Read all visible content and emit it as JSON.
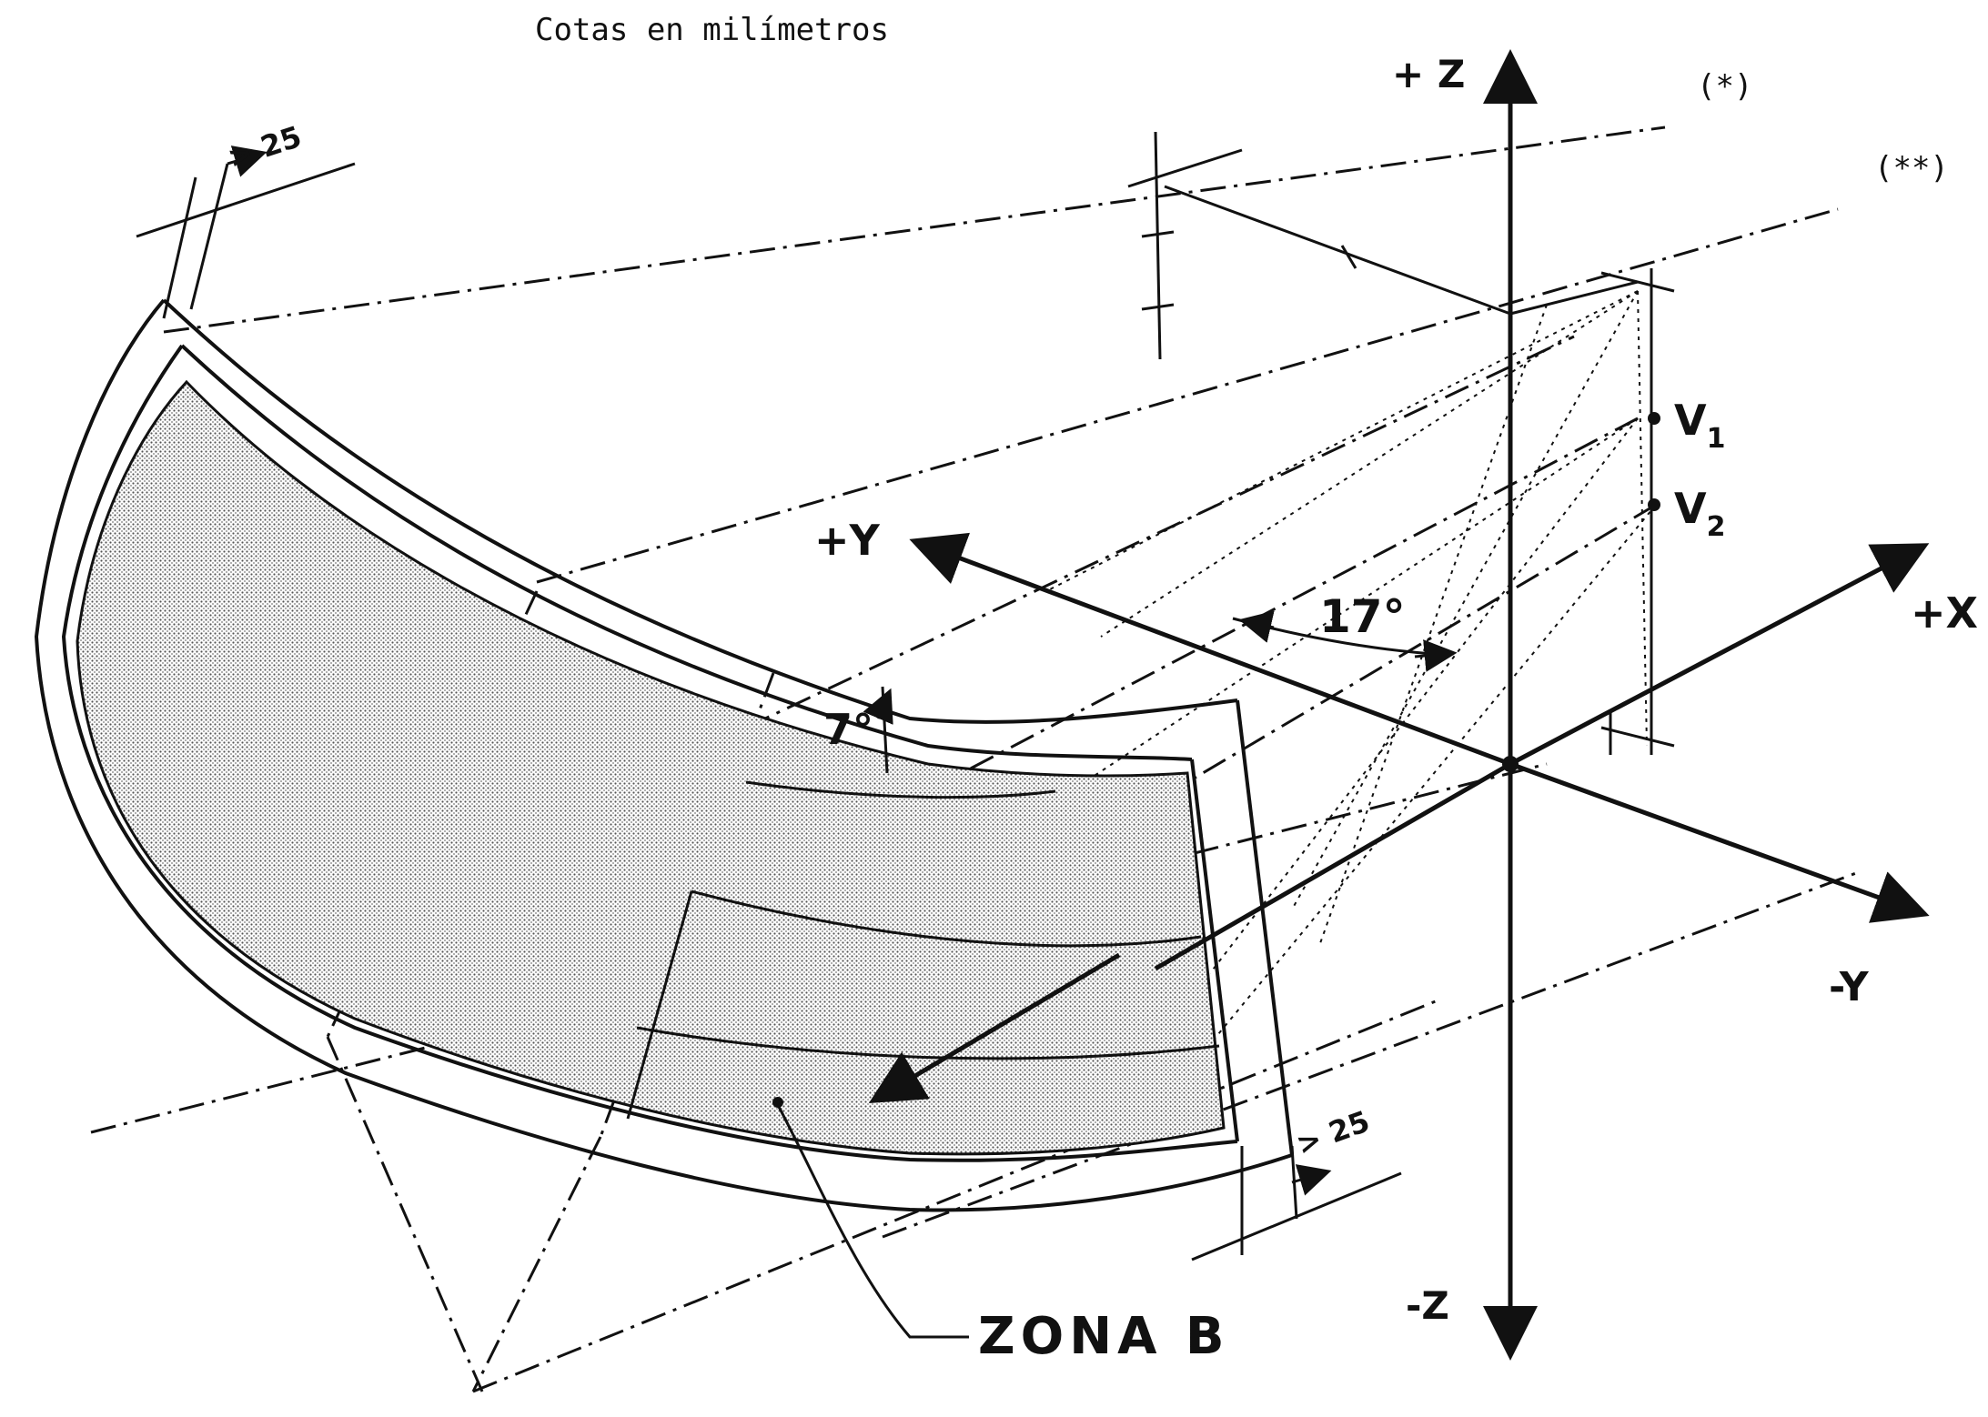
{
  "title": "Cotas en milímetros",
  "axes": {
    "z_pos": "+ Z",
    "z_neg": "-Z",
    "y_pos": "+Y",
    "y_neg": "-Y",
    "x_pos": "+X"
  },
  "dimensions": {
    "offset_top": "> 25",
    "offset_bottom": "> 25",
    "angle_small": "7°",
    "angle_large": "17°"
  },
  "points": {
    "v1": "V",
    "v1_sub": "1",
    "v2": "V",
    "v2_sub": "2"
  },
  "notes": {
    "single": "(*)",
    "double": "(**)"
  },
  "zone_label": "ZONA B",
  "colors": {
    "ink": "#111111",
    "shade": "#bdbdbd",
    "paper": "#ffffff"
  }
}
